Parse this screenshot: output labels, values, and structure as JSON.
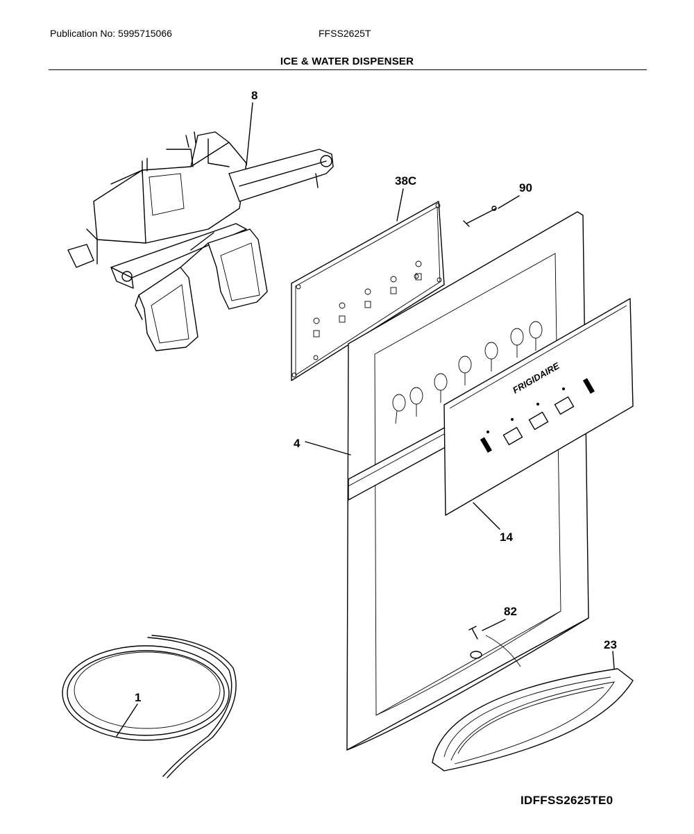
{
  "header": {
    "publication": "Publication No: 5995715066",
    "model": "FFSS2625T",
    "title": "ICE & WATER DISPENSER"
  },
  "callouts": {
    "c8": "8",
    "c38c": "38C",
    "c90": "90",
    "c4": "4",
    "c14": "14",
    "c82": "82",
    "c23": "23",
    "c1": "1"
  },
  "panel": {
    "brand": "FRIGIDAIRE"
  },
  "footer": {
    "diagram_id": "IDFFSS2625TE0"
  }
}
